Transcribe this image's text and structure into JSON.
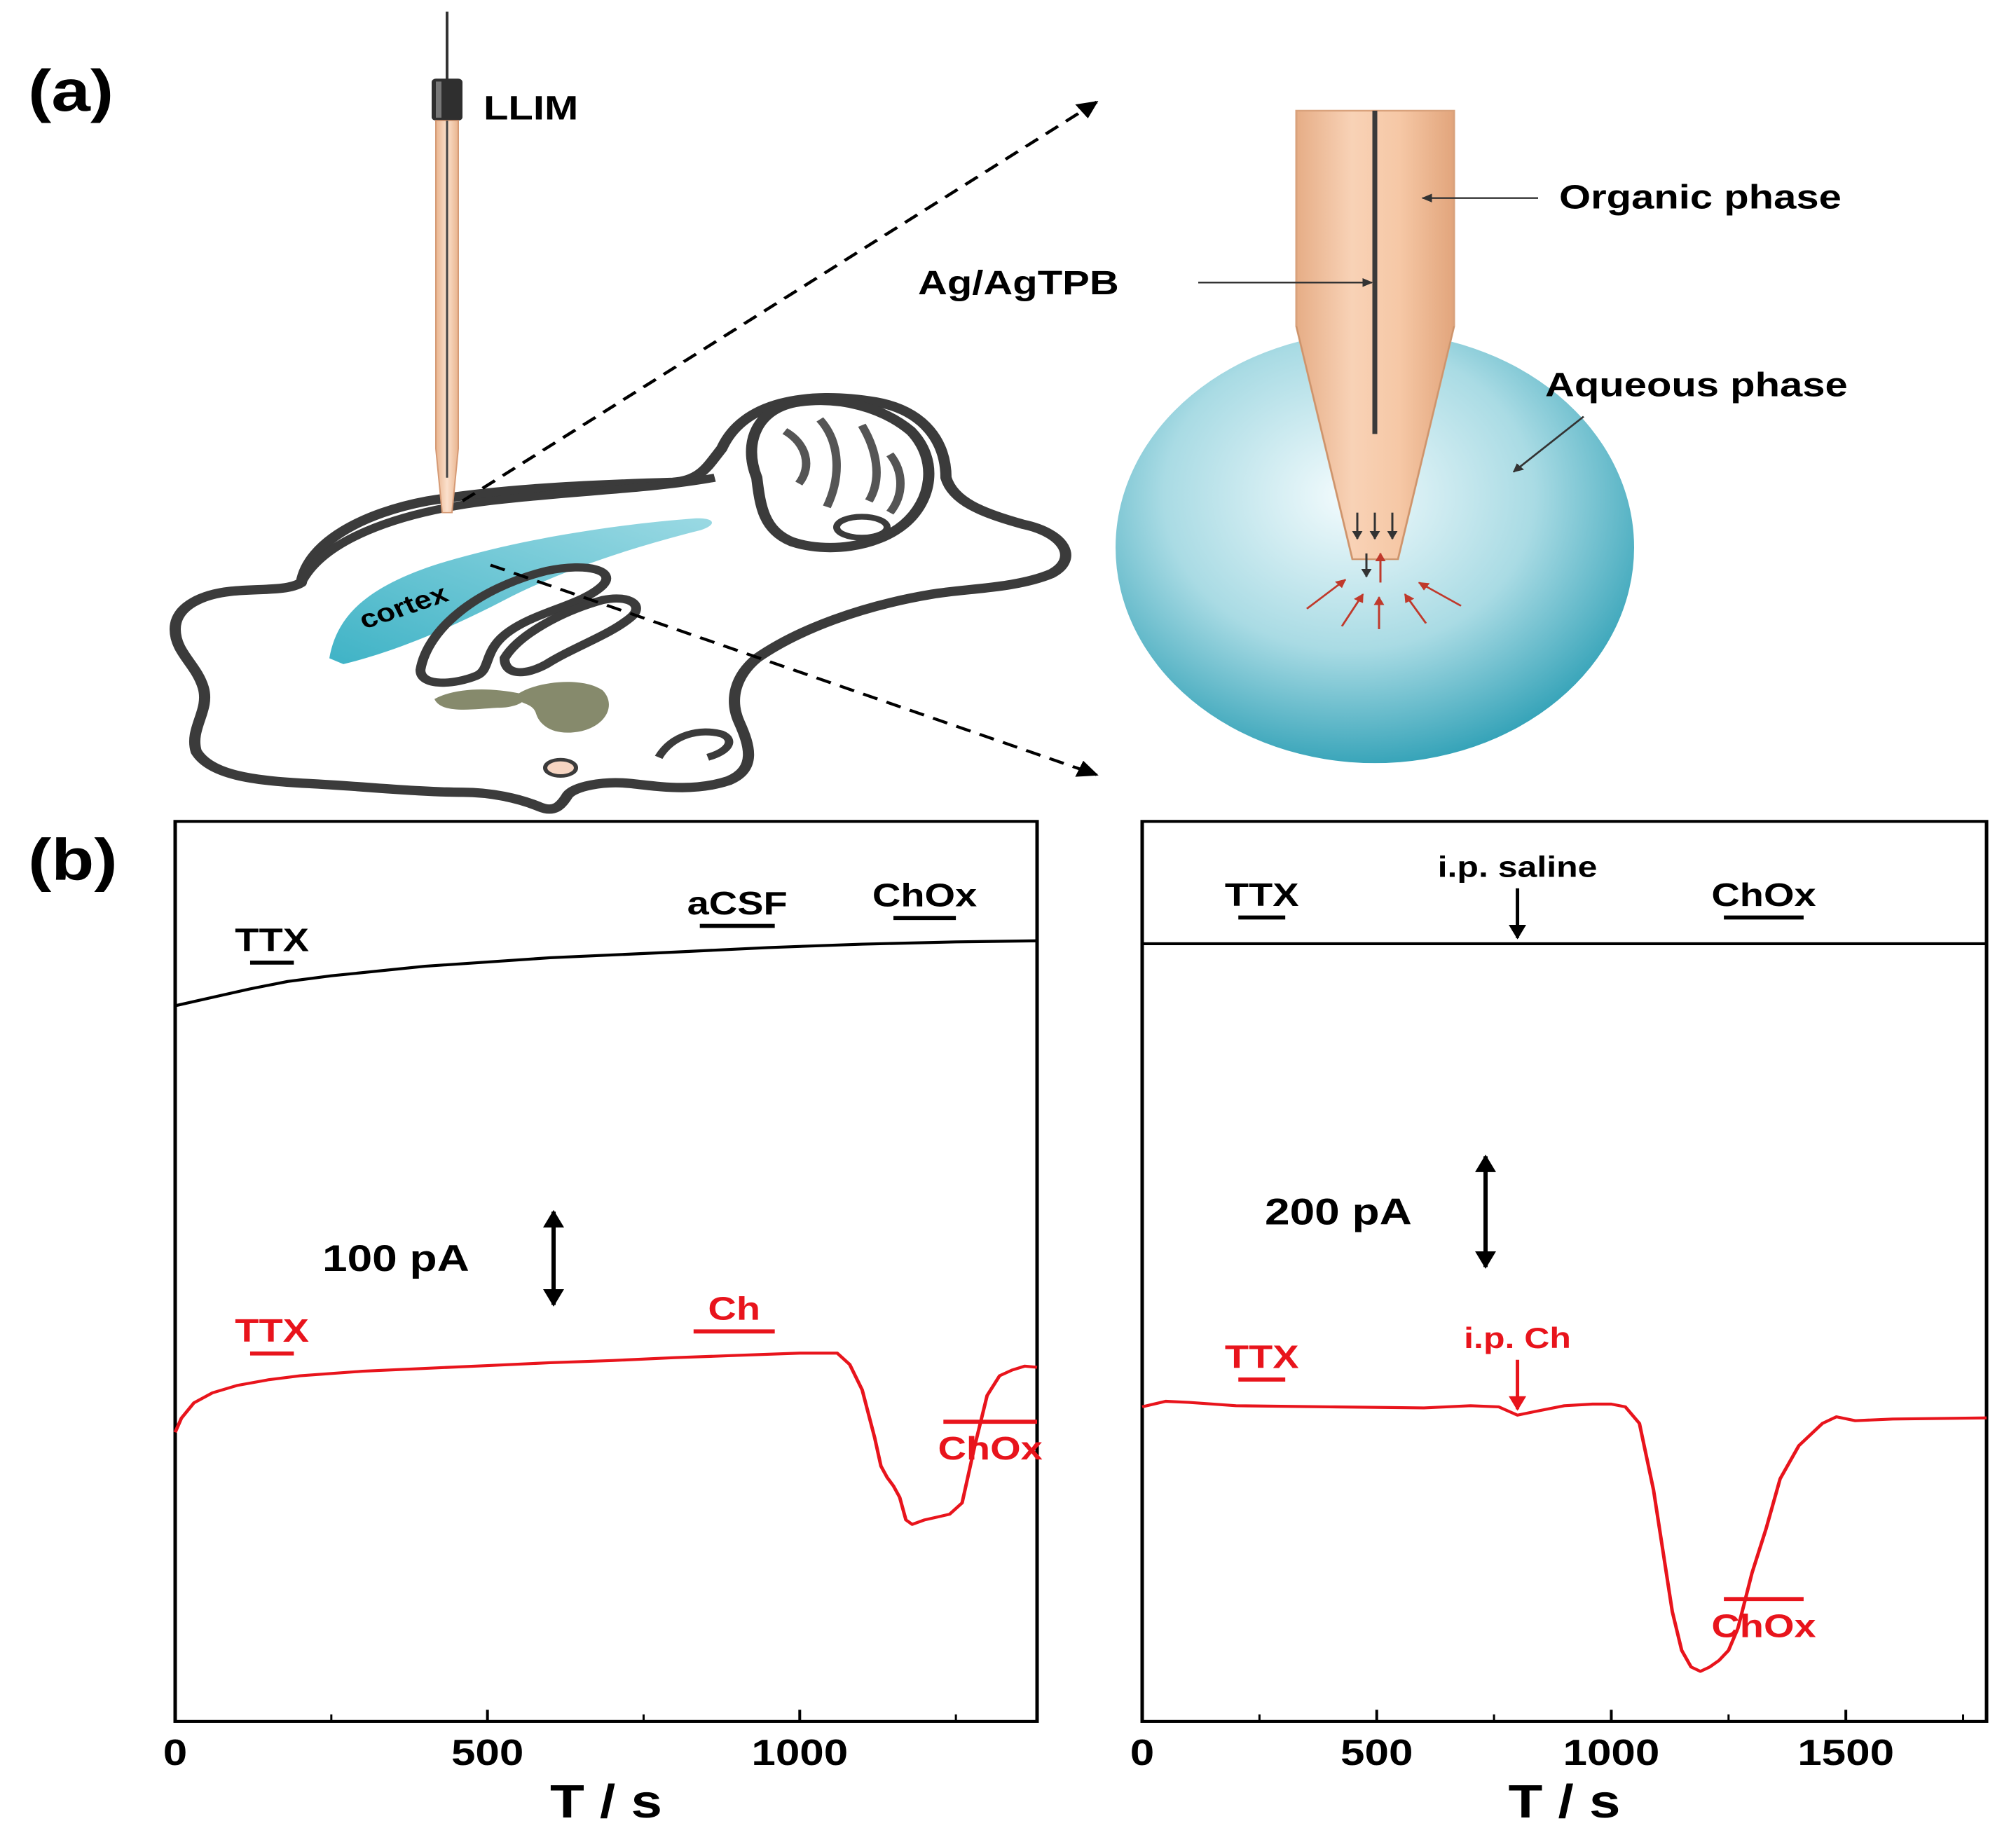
{
  "panel_a": {
    "label": "(a)",
    "electrode_label": "LLIM",
    "brain_region_label": "cortex",
    "tip_labels": {
      "organic": "Organic phase",
      "wire": "Ag/AgTPB",
      "aqueous": "Aqueous phase"
    }
  },
  "panel_b": {
    "label": "(b)"
  },
  "chart_data": [
    {
      "type": "line",
      "xlabel": "T / s",
      "xlim": [
        0,
        1380
      ],
      "x_ticks": [
        0,
        500,
        1000
      ],
      "scale_bar": "100 pA",
      "series": [
        {
          "color": "#000000",
          "x": [
            0,
            60,
            120,
            180,
            250,
            400,
            600,
            800,
            950,
            1100,
            1250,
            1380
          ],
          "y": [
            -115,
            -100,
            -85,
            -72,
            -62,
            -45,
            -30,
            -20,
            -12,
            -6,
            -2,
            0
          ],
          "annotations": [
            {
              "text": "TTX",
              "bar": [
                120,
                190
              ]
            },
            {
              "text": "aCSF",
              "bar": [
                840,
                960
              ]
            },
            {
              "text": "ChOx",
              "bar": [
                1150,
                1250
              ]
            }
          ]
        },
        {
          "color": "#e8141c",
          "x": [
            0,
            10,
            30,
            60,
            100,
            150,
            200,
            300,
            400,
            500,
            600,
            700,
            800,
            900,
            1000,
            1060,
            1080,
            1100,
            1120,
            1130,
            1140,
            1150,
            1160,
            1170,
            1180,
            1200,
            1220,
            1240,
            1260,
            1280,
            1300,
            1320,
            1340,
            1360,
            1380
          ],
          "y": [
            -545,
            -520,
            -493,
            -475,
            -462,
            -452,
            -445,
            -437,
            -432,
            -427,
            -422,
            -418,
            -413,
            -409,
            -405,
            -405,
            -425,
            -470,
            -555,
            -605,
            -625,
            -640,
            -660,
            -700,
            -708,
            -700,
            -695,
            -690,
            -670,
            -570,
            -480,
            -445,
            -435,
            -428,
            -430
          ],
          "annotations": [
            {
              "text": "TTX",
              "bar": [
                120,
                190
              ]
            },
            {
              "text": "Ch",
              "bar": [
                830,
                960
              ]
            },
            {
              "text": "ChOx",
              "bar": [
                1230,
                1380
              ]
            }
          ]
        }
      ]
    },
    {
      "type": "line",
      "xlabel": "T / s",
      "xlim": [
        0,
        1800
      ],
      "x_ticks": [
        0,
        500,
        1000,
        1500
      ],
      "scale_bar": "200 pA",
      "series": [
        {
          "color": "#000000",
          "x": [
            0,
            300,
            600,
            900,
            1200,
            1500,
            1800
          ],
          "y": [
            0,
            0,
            0,
            0,
            0,
            0,
            0
          ],
          "annotations": [
            {
              "text": "TTX",
              "bar": [
                205,
                305
              ]
            },
            {
              "text": "i.p. saline",
              "arrow_x": 800
            },
            {
              "text": "ChOx",
              "bar": [
                1240,
                1410
              ]
            }
          ]
        },
        {
          "color": "#e8141c",
          "x": [
            0,
            50,
            100,
            200,
            400,
            600,
            700,
            760,
            800,
            840,
            900,
            960,
            1000,
            1030,
            1060,
            1090,
            1110,
            1130,
            1150,
            1170,
            1190,
            1210,
            1230,
            1250,
            1270,
            1300,
            1330,
            1360,
            1400,
            1450,
            1480,
            1520,
            1600,
            1800
          ],
          "y": [
            -300,
            -290,
            -292,
            -298,
            -300,
            -302,
            -298,
            -300,
            -315,
            -308,
            -298,
            -295,
            -295,
            -300,
            -330,
            -450,
            -560,
            -670,
            -740,
            -770,
            -778,
            -770,
            -758,
            -740,
            -700,
            -600,
            -520,
            -430,
            -370,
            -330,
            -318,
            -325,
            -322,
            -320
          ],
          "annotations": [
            {
              "text": "TTX",
              "bar": [
                205,
                305
              ]
            },
            {
              "text": "i.p. Ch",
              "arrow_x": 800
            },
            {
              "text": "ChOx",
              "bar": [
                1240,
                1410
              ]
            }
          ]
        }
      ]
    }
  ]
}
